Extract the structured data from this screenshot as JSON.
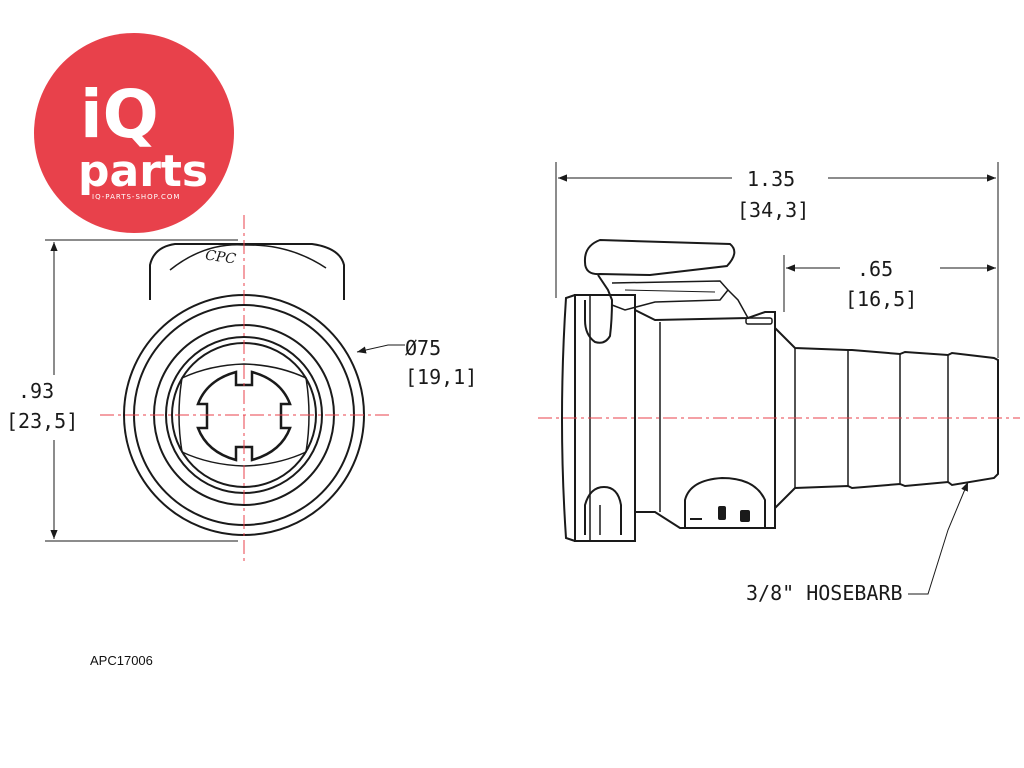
{
  "logo": {
    "top_text": "iQ",
    "bottom_text": "parts",
    "url_text": "IQ-PARTS-SHOP.COM",
    "color": "#e8414b"
  },
  "front_view": {
    "height_in": ".93",
    "height_mm": "[23,5]",
    "diameter_in": "Ø75",
    "diameter_mm": "[19,1]",
    "brand_mark": "CPC"
  },
  "side_view": {
    "length_in": "1.35",
    "length_mm": "[34,3]",
    "barb_in": ".65",
    "barb_mm": "[16,5]",
    "hosebarb_label": "3/8\" HOSEBARB"
  },
  "part_number": "APC17006",
  "colors": {
    "line": "#1a1a1a",
    "centerline": "#e8414b"
  }
}
